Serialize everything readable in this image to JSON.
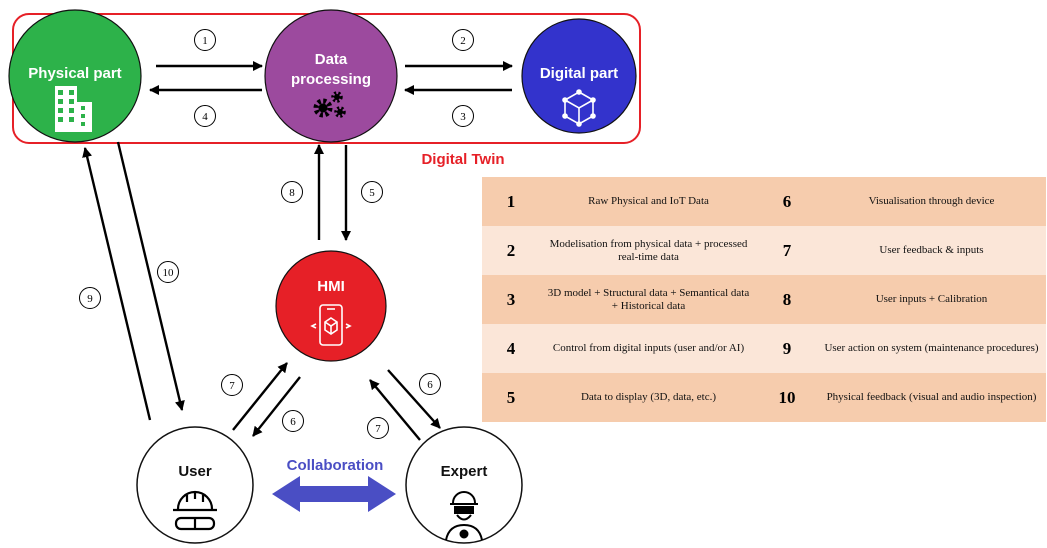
{
  "nodes": {
    "physical": {
      "label": "Physical part",
      "color": "#2db24a"
    },
    "processing": {
      "label_line1": "Data",
      "label_line2": "processing",
      "color": "#9c4a9e"
    },
    "digital": {
      "label": "Digital part",
      "color": "#3333cc"
    },
    "hmi": {
      "label": "HMI",
      "color": "#e62027"
    },
    "user": {
      "label": "User"
    },
    "expert": {
      "label": "Expert"
    }
  },
  "group_label": "Digital Twin",
  "group_color": "#e62027",
  "collaboration": {
    "label": "Collaboration",
    "color": "#4a4ec4"
  },
  "arrow_numbers": {
    "a1": "1",
    "a4": "4",
    "a2": "2",
    "a3": "3",
    "a8": "8",
    "a5": "5",
    "a9": "9",
    "a10": "10",
    "a7_user": "7",
    "a6_user": "6",
    "a6_expert": "6",
    "a7_expert": "7"
  },
  "legend": [
    {
      "left_num": "1",
      "left_text": "Raw Physical and IoT Data",
      "right_num": "6",
      "right_text": "Visualisation through device"
    },
    {
      "left_num": "2",
      "left_text": "Modelisation from physical data + processed real-time data",
      "right_num": "7",
      "right_text": "User feedback & inputs"
    },
    {
      "left_num": "3",
      "left_text": "3D model + Structural data + Semantical data + Historical data",
      "right_num": "8",
      "right_text": "User inputs + Calibration"
    },
    {
      "left_num": "4",
      "left_text": "Control from digital inputs (user and/or AI)",
      "right_num": "9",
      "right_text": "User action on system (maintenance procedures)"
    },
    {
      "left_num": "5",
      "left_text": "Data to display (3D, data, etc.)",
      "right_num": "10",
      "right_text": "Physical feedback (visual and audio inspection)"
    }
  ],
  "icons": [
    "building-icon",
    "gears-icon",
    "cube-network-icon",
    "smartphone-ar-icon",
    "hard-hat-goggles-icon",
    "expert-helmet-icon"
  ]
}
